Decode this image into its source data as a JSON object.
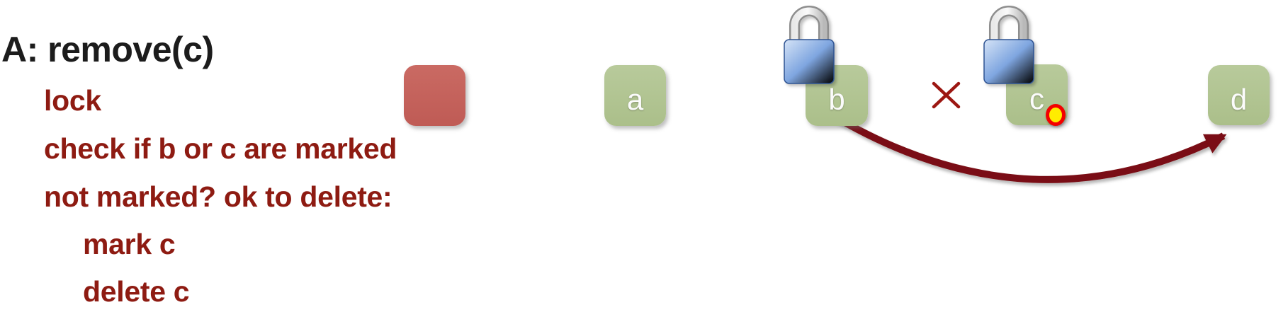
{
  "title": "A: remove(c)",
  "steps": [
    {
      "text": "lock",
      "indent": 1
    },
    {
      "text": "check if b or c are marked",
      "indent": 1
    },
    {
      "text": "not marked? ok to delete:",
      "indent": 1
    },
    {
      "text": "mark c",
      "indent": 2
    },
    {
      "text": "delete c",
      "indent": 2
    }
  ],
  "diagram": {
    "nodes": [
      {
        "id": "head",
        "label": "",
        "kind": "head"
      },
      {
        "id": "a",
        "label": "a",
        "kind": "list"
      },
      {
        "id": "b",
        "label": "b",
        "kind": "list",
        "locked": true
      },
      {
        "id": "c",
        "label": "c",
        "kind": "list",
        "locked": true,
        "marked": true
      },
      {
        "id": "d",
        "label": "d",
        "kind": "list"
      }
    ],
    "edges": [
      {
        "from": "head",
        "to": "a",
        "style": "next"
      },
      {
        "from": "a",
        "to": "b",
        "style": "next"
      },
      {
        "from": "b",
        "to": "c",
        "style": "next",
        "crossed_out": true
      },
      {
        "from": "c",
        "to": "d",
        "style": "next"
      },
      {
        "from": "b",
        "to": "d",
        "style": "bypass"
      }
    ]
  },
  "colors": {
    "title_text": "#1c1c1c",
    "step_text": "#8e1b12",
    "node_green": "#b1c492",
    "node_red": "#c4635c",
    "edge_black": "#000000",
    "bypass_arrow": "#7a1012",
    "cross_mark": "#9c1712",
    "marked_fill": "#ffec00",
    "marked_ring": "#f40000",
    "lock_blue": "#7fa6e0"
  }
}
